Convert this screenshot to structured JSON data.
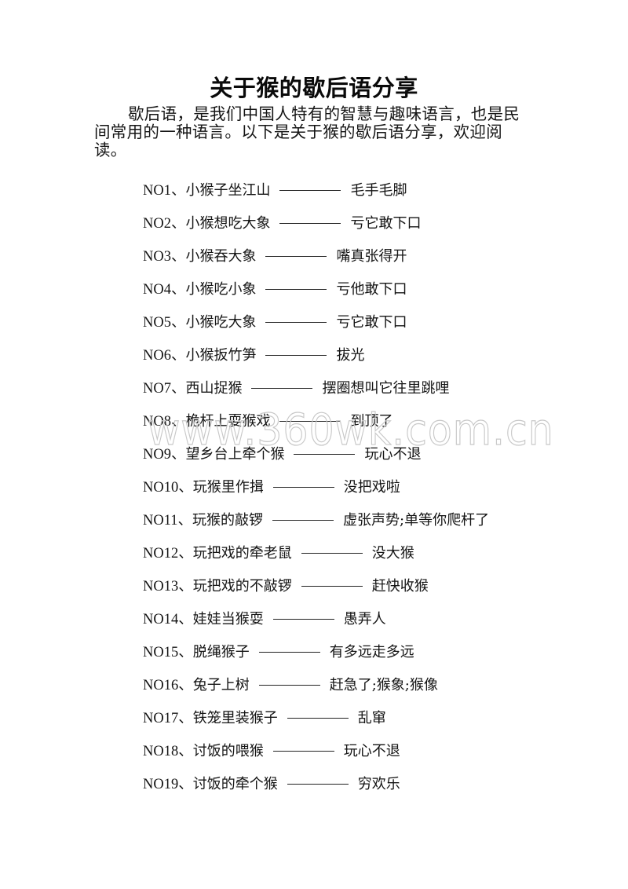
{
  "document": {
    "title": "关于猴的歇后语分享",
    "intro": "歇后语，是我们中国人特有的智慧与趣味语言，也是民间常用的一种语言。以下是关于猴的歇后语分享，欢迎阅读。",
    "separator": "————",
    "items": [
      {
        "num": "NO1、",
        "question": "小猴子坐江山",
        "answer": "毛手毛脚"
      },
      {
        "num": "NO2、",
        "question": "小猴想吃大象",
        "answer": "亏它敢下口"
      },
      {
        "num": "NO3、",
        "question": "小猴吞大象",
        "answer": "嘴真张得开"
      },
      {
        "num": "NO4、",
        "question": "小猴吃小象",
        "answer": "亏他敢下口"
      },
      {
        "num": "NO5、",
        "question": "小猴吃大象",
        "answer": "亏它敢下口"
      },
      {
        "num": "NO6、",
        "question": "小猴扳竹笋",
        "answer": "拔光"
      },
      {
        "num": "NO7、",
        "question": "西山捉猴",
        "answer": "摆圈想叫它往里跳哩"
      },
      {
        "num": "NO8、",
        "question": "桅杆上耍猴戏",
        "answer": "到顶了"
      },
      {
        "num": "NO9、",
        "question": "望乡台上牵个猴",
        "answer": "玩心不退"
      },
      {
        "num": "NO10、",
        "question": "玩猴里作揖",
        "answer": "没把戏啦"
      },
      {
        "num": "NO11、",
        "question": "玩猴的敲锣",
        "answer": "虚张声势;单等你爬杆了"
      },
      {
        "num": "NO12、",
        "question": "玩把戏的牵老鼠",
        "answer": "没大猴"
      },
      {
        "num": "NO13、",
        "question": "玩把戏的不敲锣",
        "answer": "赶快收猴"
      },
      {
        "num": "NO14、",
        "question": "娃娃当猴耍",
        "answer": "愚弄人"
      },
      {
        "num": "NO15、",
        "question": "脱绳猴子",
        "answer": "有多远走多远"
      },
      {
        "num": "NO16、",
        "question": "兔子上树",
        "answer": "赶急了;猴象;猴像"
      },
      {
        "num": "NO17、",
        "question": "铁笼里装猴子",
        "answer": "乱窜"
      },
      {
        "num": "NO18、",
        "question": "讨饭的喂猴",
        "answer": "玩心不退"
      },
      {
        "num": "NO19、",
        "question": "讨饭的牵个猴",
        "answer": "穷欢乐"
      }
    ]
  },
  "watermark": {
    "text": "www.360wk.com.cn",
    "color": "#c8c8c8"
  }
}
